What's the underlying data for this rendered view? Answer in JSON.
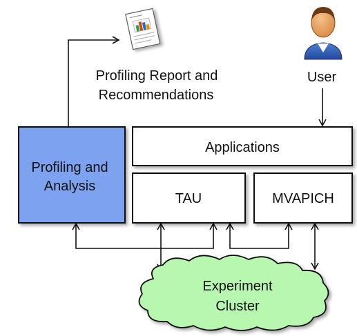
{
  "report_label": {
    "line1": "Profiling Report and",
    "line2": "Recommendations"
  },
  "user_label": "User",
  "profiling_box": {
    "line1": "Profiling and",
    "line2": "Analysis"
  },
  "applications_box": "Applications",
  "tau_box": "TAU",
  "mvapich_box": "MVAPICH",
  "cluster": {
    "line1": "Experiment",
    "line2": "Cluster"
  },
  "colors": {
    "profiling_fill": "#7da3f0",
    "cluster_fill": "#b7f7b0",
    "box_fill": "#ffffff",
    "stroke": "#111111"
  }
}
